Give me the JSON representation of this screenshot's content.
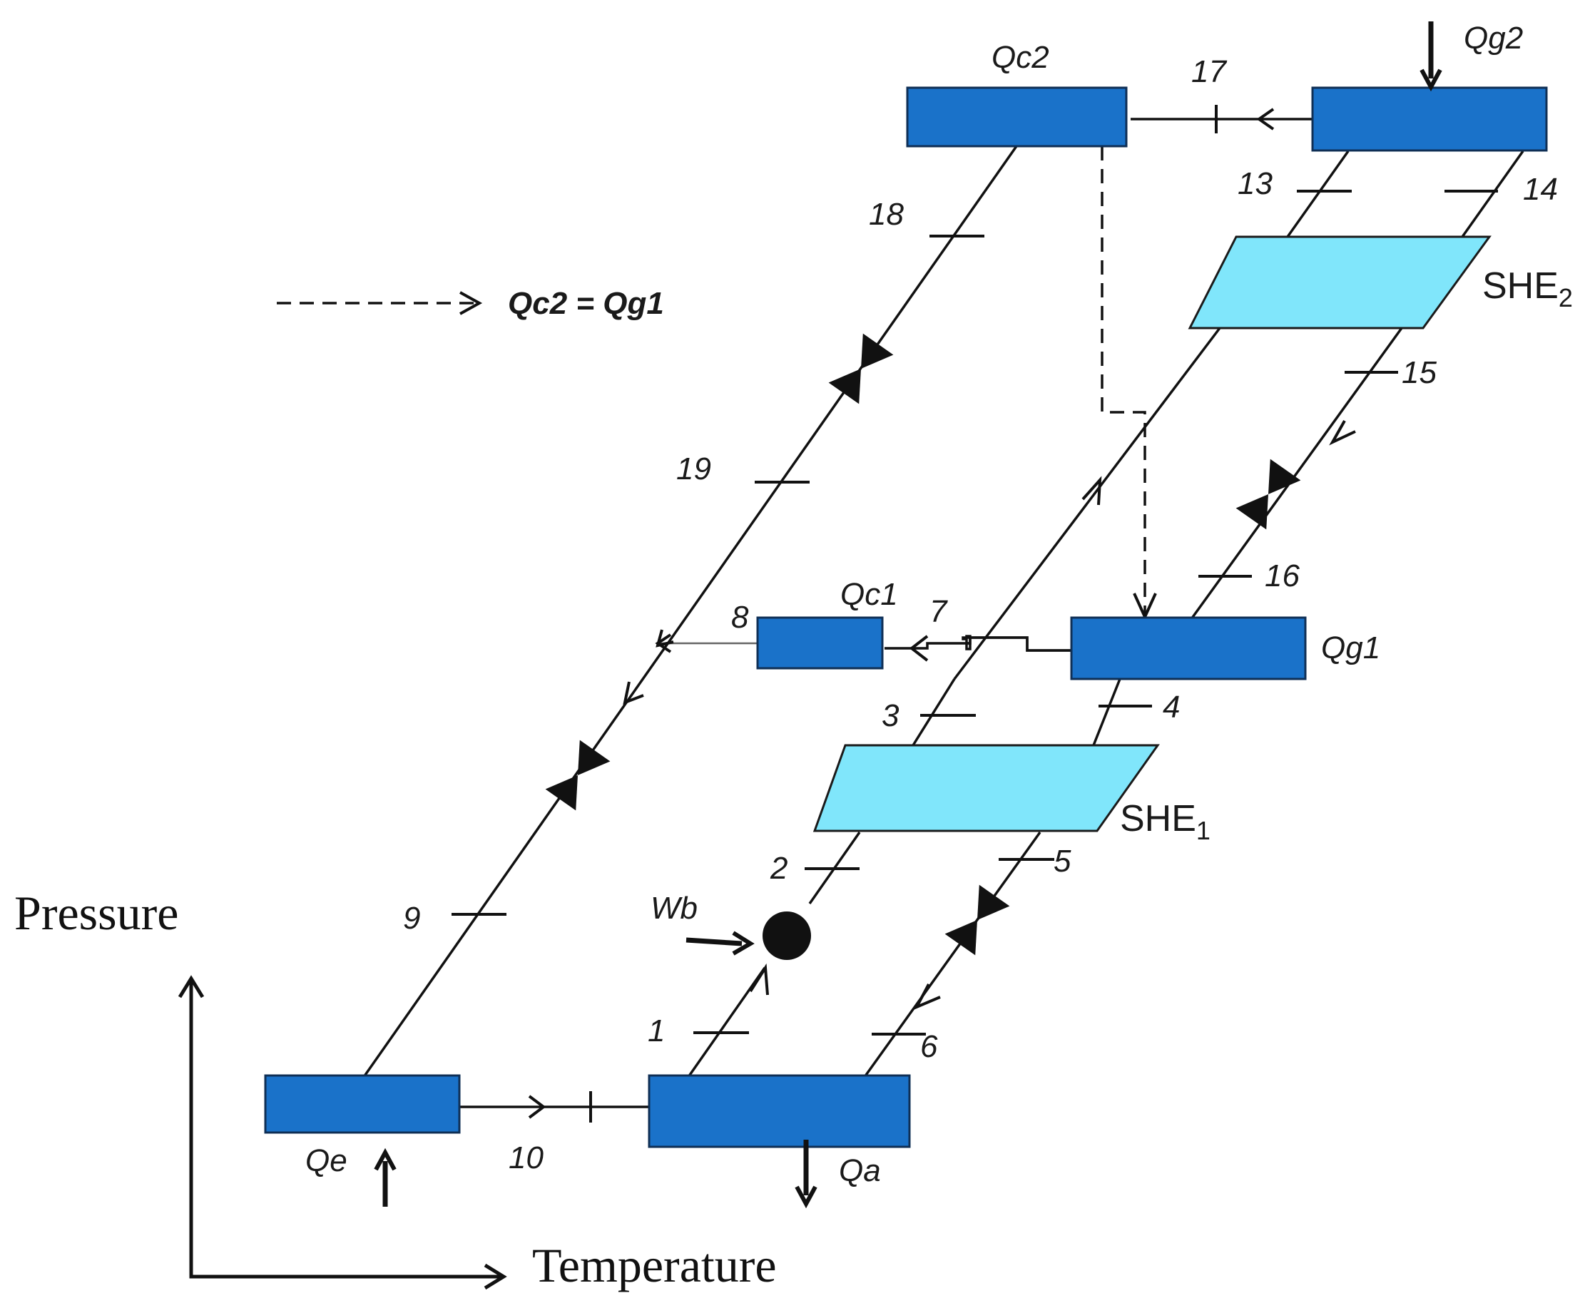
{
  "legend": {
    "text": "Qc2 = Qg1"
  },
  "axes": {
    "y_label": "Pressure",
    "x_label": "Temperature"
  },
  "components": {
    "evaporator": {
      "label": "Qe",
      "color": "#1a72c9"
    },
    "absorber": {
      "label": "Qa",
      "color": "#1a72c9"
    },
    "condenser_low": {
      "label": "Qc1",
      "color": "#1a72c9"
    },
    "generator_low": {
      "label": "Qg1",
      "color": "#1a72c9"
    },
    "condenser_high": {
      "label": "Qc2",
      "color": "#1a72c9"
    },
    "generator_high": {
      "label": "Qg2",
      "color": "#1a72c9"
    },
    "she1": {
      "label": "SHE",
      "subscript": "1",
      "color": "#80e6fb"
    },
    "she2": {
      "label": "SHE",
      "subscript": "2",
      "color": "#80e6fb"
    },
    "pump": {
      "label": "Wb"
    }
  },
  "states": [
    "1",
    "2",
    "3",
    "4",
    "5",
    "6",
    "7",
    "8",
    "9",
    "10",
    "13",
    "14",
    "15",
    "16",
    "17",
    "18",
    "19"
  ]
}
